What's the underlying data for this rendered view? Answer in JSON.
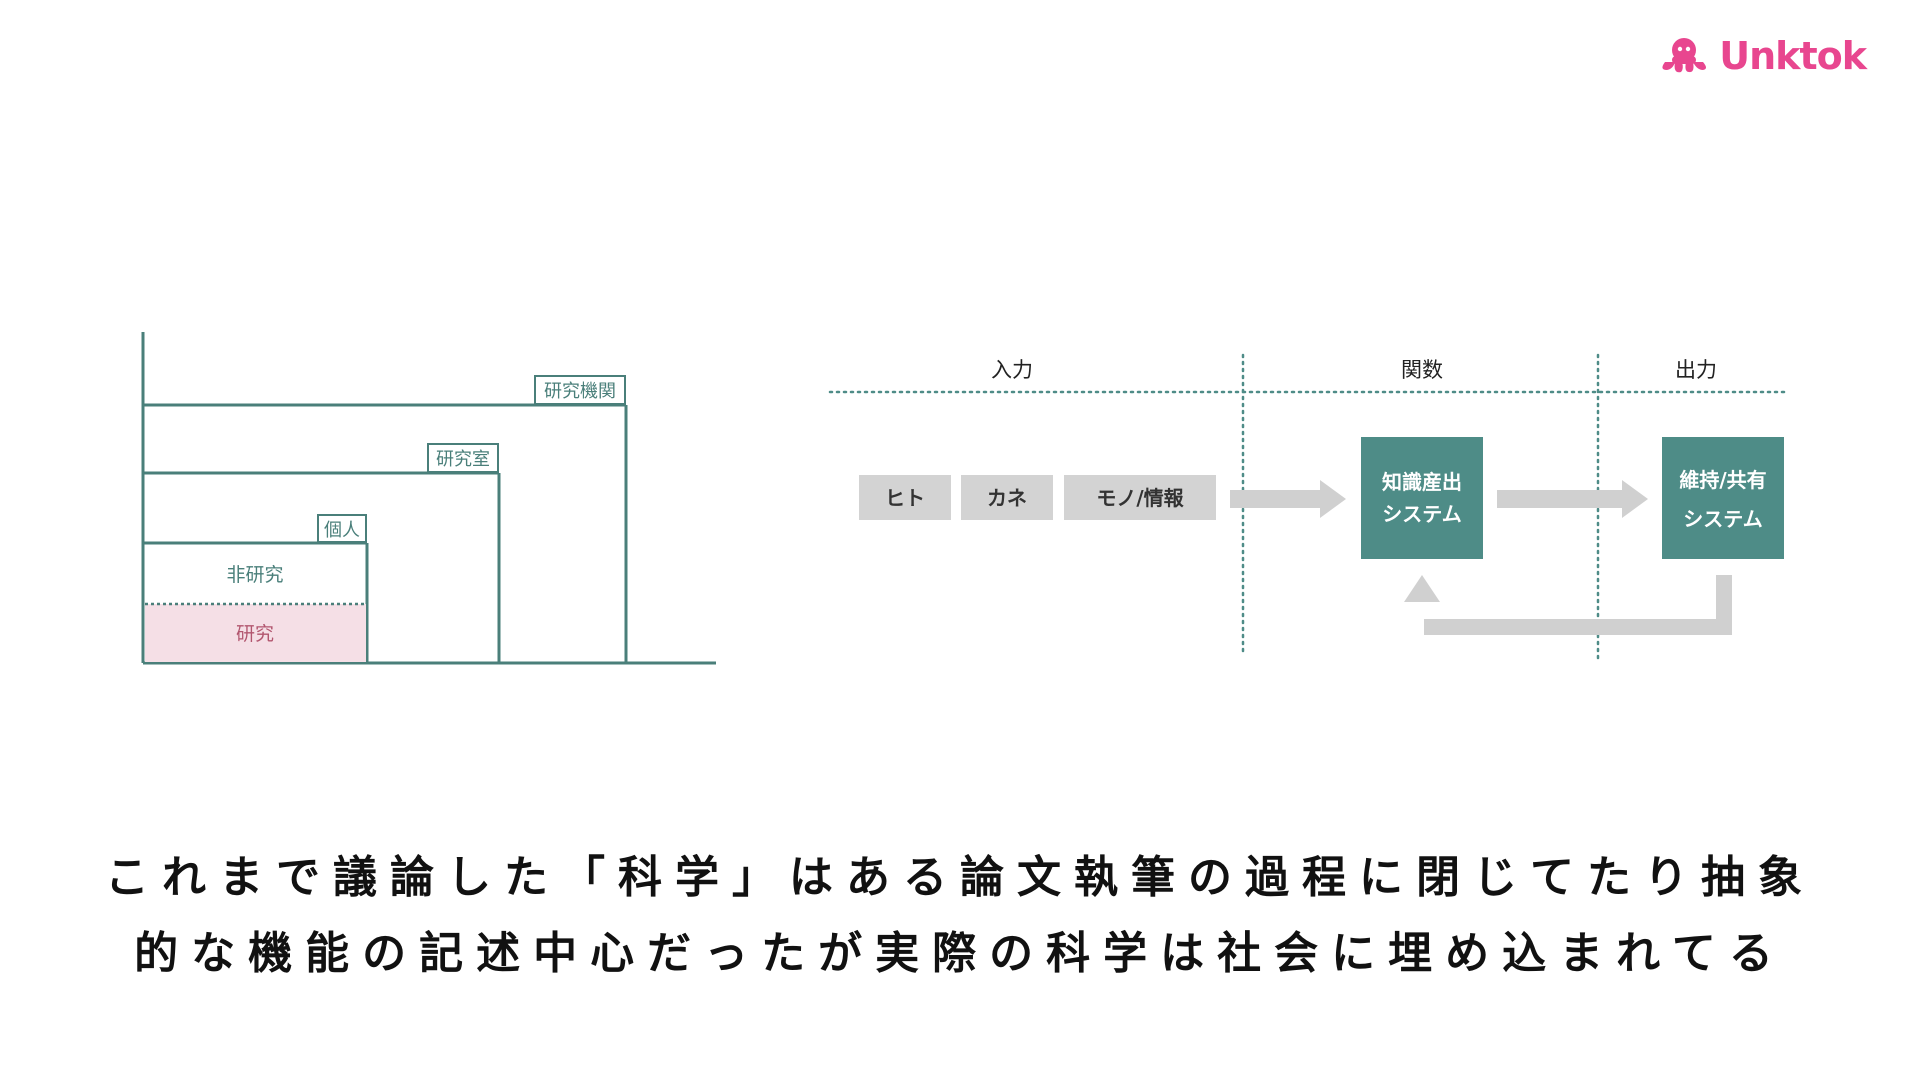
{
  "brand": {
    "name": "Unktok",
    "color": "#e8468f",
    "icon": "octopus-icon"
  },
  "colors": {
    "teal": "#4e8c87",
    "teal_line": "#4a7f7a",
    "pink_fill": "#f5dfe6",
    "pink_text": "#b2566f",
    "gray_box": "#d3d3d3",
    "gray_arrow": "#d0d0d0"
  },
  "left_diagram": {
    "levels": [
      {
        "id": "institution",
        "label": "研究機関"
      },
      {
        "id": "lab",
        "label": "研究室"
      },
      {
        "id": "individual",
        "label": "個人"
      }
    ],
    "individual_parts": {
      "non_research": "非研究",
      "research": "研究"
    }
  },
  "right_diagram": {
    "column_headers": {
      "input": "入力",
      "function": "関数",
      "output": "出力"
    },
    "inputs": [
      "ヒト",
      "カネ",
      "モノ/情報"
    ],
    "knowledge_system": {
      "line1": "知識産出",
      "line2": "システム"
    },
    "share_system": {
      "line1": "維持/共有",
      "line2": "システム"
    }
  },
  "caption": {
    "line1": "これまで議論した「科学」はある論文執筆の過程に閉じてたり抽象",
    "line2": "的な機能の記述中心だったが実際の科学は社会に埋め込まれてる"
  }
}
